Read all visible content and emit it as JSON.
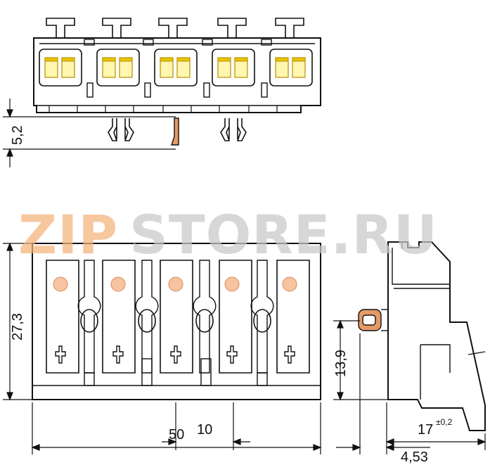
{
  "watermark": {
    "part1": "ZIP",
    "part2": "STORE.RU",
    "color1": "#f5b27a",
    "color2": "#c8c8c8"
  },
  "dimensions": {
    "height_offset": "5,2",
    "height_total": "27,3",
    "pin_height": "13,9",
    "pitch": "10",
    "width_total": "50",
    "depth": "17",
    "depth_tolerance": "±0,2",
    "pin_offset": "4,53"
  },
  "colors": {
    "line": "#111111",
    "contact": "#f7c4a0",
    "led_yellow": "#fff6b0",
    "led_border": "#d8b200",
    "pin": "#e69a66"
  },
  "layout": {
    "pole_count": 5
  }
}
